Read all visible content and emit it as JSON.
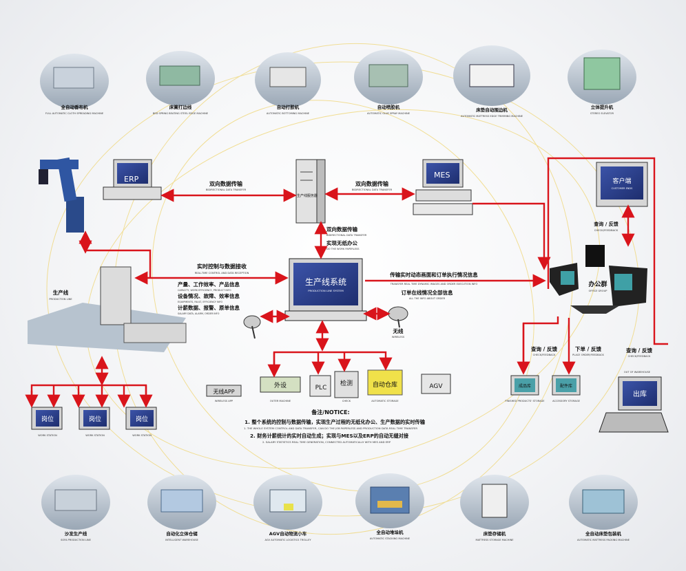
{
  "top_machines": [
    {
      "zh": "全自动香布机",
      "en": "FULL AUTOMATIC CLOTH SPREADING MACHINE"
    },
    {
      "zh": "床簧打边线",
      "en": "BED SPRING BEATING STEEL EDGE MACHINE"
    },
    {
      "zh": "自动打胶机",
      "en": "AUTOMATIC BOTTOMING MACHINE"
    },
    {
      "zh": "自动喷胶机",
      "en": "AUTOMATIC GLUE SPRAY MACHINE"
    },
    {
      "zh": "床垫自动围边机",
      "en": "AUTOMATIC MATTRESS EDGE TRIMMING MACHINE"
    },
    {
      "zh": "立体提升机",
      "en": "STEREO ELEVATOR"
    }
  ],
  "bottom_machines": [
    {
      "zh": "沙发生产线",
      "en": "SOFA PRODUCTION LINE"
    },
    {
      "zh": "自动化立体仓储",
      "en": "INTELLIGENT WAREHOUSE"
    },
    {
      "zh": "AGV自动物流小车",
      "en": "AGV AUTOMATIC LOGISTICS TROLLEY"
    },
    {
      "zh": "全自动堆垛机",
      "en": "AUTOMATIC STACKING MACHINE"
    },
    {
      "zh": "床垫存储机",
      "en": "MATTRESS STORAGE MACHINE"
    },
    {
      "zh": "全自动床垫包装机",
      "en": "AUTOMATIC MATTRESS PACKING MACHINE"
    }
  ],
  "erp": {
    "label": "ERP"
  },
  "server": {
    "label": "生产线服务器"
  },
  "mes": {
    "label": "MES"
  },
  "bidirectional_left": {
    "zh": "双向数据传输",
    "en": "BIDIRECTIONAL DATA TRANSFER"
  },
  "bidirectional_right": {
    "zh": "双向数据传输",
    "en": "BIDIRECTIONAL DATA TRANSFER"
  },
  "bidirectional_center": {
    "zh": "双向数据传输",
    "en": "BIDIRECTIONAL DATA TRANSFER"
  },
  "paperless": {
    "zh": "实现无纸办公",
    "en": "DO THE WORK PAPERLESS"
  },
  "customer": {
    "screen": "客户端",
    "screen_en": "CUSTOMER ENDS",
    "label": "查询 / 反馈",
    "label_en": "CHECK/FEEDBACK"
  },
  "production_line": {
    "zh": "生产线",
    "en": "PRODUCTION LINE"
  },
  "realtime_control": {
    "zh": "实时控制与数据接收",
    "en": "REAL-TIME CONTROL AND DATA RECEPTION"
  },
  "info_lines": [
    {
      "zh": "产量、工作效率、产品信息",
      "en": "CAPACITY, WORK EFFICIENCY, PRODUCT INFO"
    },
    {
      "zh": "设备情况、故障、效率信息",
      "en": "EQUIPMENTS, FAULT, EFFICIENCY INFO"
    },
    {
      "zh": "计薪数据、报警、原单信息",
      "en": "SALARY DATA, ALARM, ORDER INFO"
    }
  ],
  "center": {
    "zh": "生产线系统",
    "en": "PRODUCTION LINE SYSTEM"
  },
  "transmit": {
    "zh": "传输实时动态画面和订单执行情况信息",
    "en": "TRANSFER REAL TIME DYNAMIC IMAGES AND ORDER EXECUTION INFO"
  },
  "office": {
    "zh": "办公群",
    "en": "OFFICE GROUP"
  },
  "order_online": {
    "zh": "订单在线情况全部信息",
    "en": "ALL THE INFO ABOUT ORDER"
  },
  "wireless": {
    "zh": "无线",
    "en": "WIRELESS"
  },
  "finished_storage": {
    "screen": "成品库",
    "en": "FINISHED PRODUCTS' STORAGE"
  },
  "accessory_storage": {
    "screen": "配件库",
    "en": "ACCESSORY STORAGE"
  },
  "query_feedback_1": {
    "zh": "查询 / 反馈",
    "en": "CHECK/FEEDBACK"
  },
  "order_feedback": {
    "zh": "下单 / 反馈",
    "en": "PLACE ORDER/FEEDBACK"
  },
  "query_feedback_2": {
    "zh": "查询 / 反馈",
    "en": "CHECK/FEEDBACK"
  },
  "out_warehouse": {
    "screen": "出库",
    "en": "OUT OF WAREHOUSE"
  },
  "wireless_app": {
    "zh": "无线APP",
    "en": "WIRELESS APP"
  },
  "outer_machine": {
    "zh": "外设",
    "en": "OUTER MACHINE"
  },
  "plc": {
    "label": "PLC"
  },
  "check": {
    "zh": "检测",
    "en": "CHECK"
  },
  "auto_storage": {
    "zh": "自动仓库",
    "en": "AUTOMATIC STORAGE"
  },
  "agv": {
    "label": "AGV"
  },
  "workstations": [
    {
      "zh": "岗位",
      "en": "WORK STATION"
    },
    {
      "zh": "岗位",
      "en": "WORK STATION"
    },
    {
      "zh": "岗位",
      "en": "WORK STATION"
    }
  ],
  "notice": {
    "title": "备注/NOTICE:",
    "line1": "1. 整个系统的控制与数据传输，实现生产过程的无纸化办公、生产数据的实时传输",
    "line1_en": "1. THE WHOLE SYSTEM CONTROL AND DATA TRANSFER, CAN DO THE JOB PAPERLESS AND PRODUCTION DATA REAL TIME TRANSFER",
    "line2": "2. 财务计薪统计的实时自动生成；实现与MES以及ERP的自动无缝对接",
    "line2_en": "2. SALARY STATISTICS REAL TIME GENERATION, CONNECTED AUTOMATICALLY WITH MES AND ERP"
  },
  "colors": {
    "arrow": "#d9141b",
    "screen": "#2a3f8f",
    "screen_green": "#3c8a3e"
  }
}
